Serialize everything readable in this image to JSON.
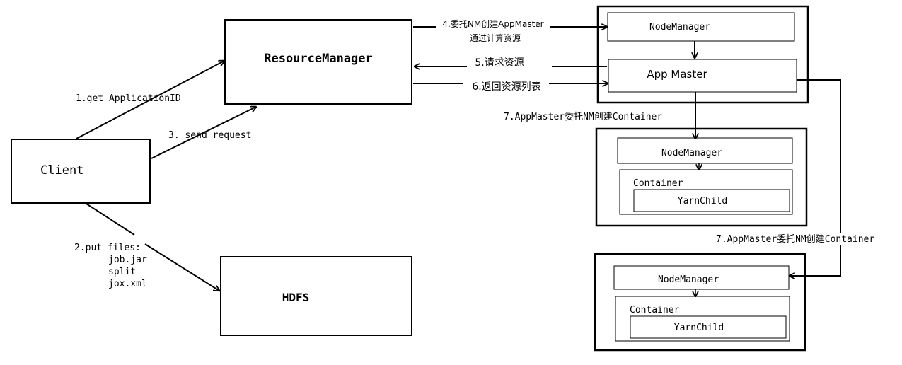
{
  "nodes": {
    "resource_manager": "ResourceManager",
    "client": "Client",
    "hdfs": "HDFS",
    "node_manager_top": "NodeManager",
    "app_master": "App Master",
    "node_manager_mid": "NodeManager",
    "container_mid": "Container",
    "yarnchild_mid": "YarnChild",
    "node_manager_bot": "NodeManager",
    "container_bot": "Container",
    "yarnchild_bot": "YarnChild"
  },
  "edges": {
    "get_app_id": "1.get ApplicationID",
    "put_files": [
      "2.put files:",
      "job.jar",
      "split",
      "jox.xml"
    ],
    "send_request": "3. send request",
    "create_appmaster": [
      "4.委托NM创建AppMaster",
      "通过计算资源"
    ],
    "request_resource": "5.请求资源",
    "return_resource_list": "6.返回资源列表",
    "create_container_mid": "7.AppMaster委托NM创建Container",
    "create_container_bot": "7.AppMaster委托NM创建Container"
  }
}
